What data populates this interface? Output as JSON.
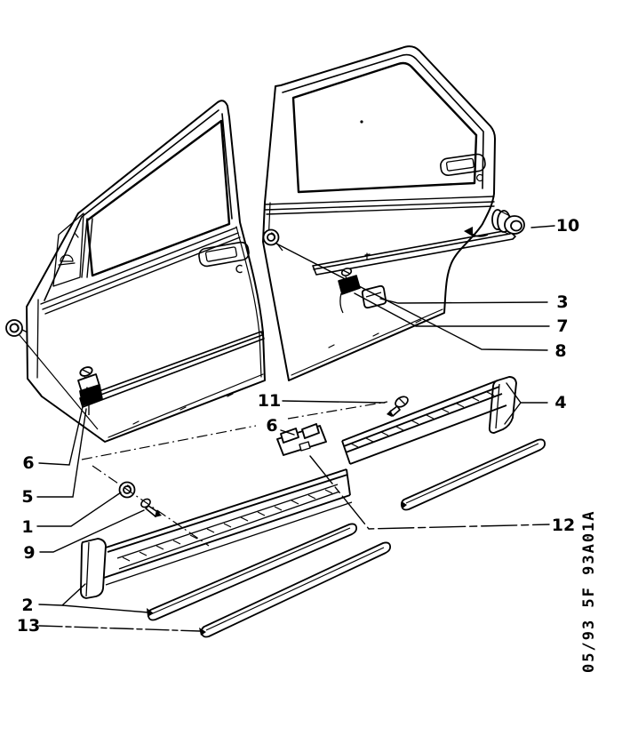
{
  "diagram": {
    "kind": "exploded-parts-line-drawing",
    "colors": {
      "ink": "#000000",
      "background": "#ffffff"
    }
  },
  "plate_code": "05/93 5F 93A01A",
  "callouts": {
    "c10": {
      "label": "10"
    },
    "c3": {
      "label": "3"
    },
    "c7": {
      "label": "7"
    },
    "c8": {
      "label": "8"
    },
    "c4": {
      "label": "4"
    },
    "c12": {
      "label": "12"
    },
    "c11": {
      "label": "11"
    },
    "c6c": {
      "label": "6"
    },
    "c6l": {
      "label": "6"
    },
    "c5": {
      "label": "5"
    },
    "c1": {
      "label": "1"
    },
    "c9": {
      "label": "9"
    },
    "c2": {
      "label": "2"
    },
    "c13": {
      "label": "13"
    }
  }
}
